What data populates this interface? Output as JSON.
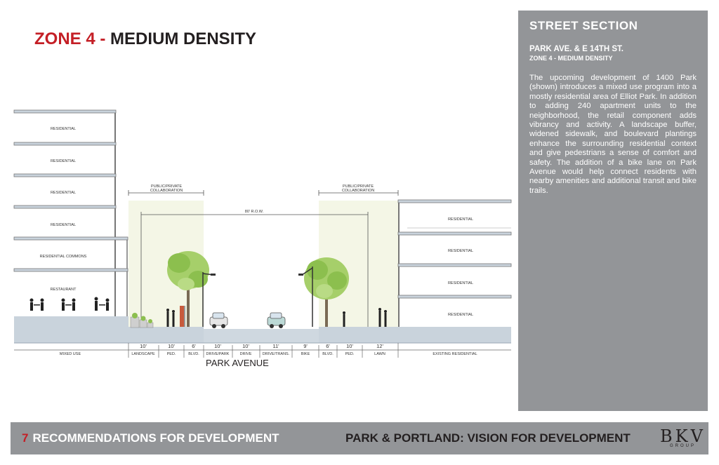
{
  "header": {
    "zone": "ZONE 4 - ",
    "density": "MEDIUM DENSITY"
  },
  "sidebar": {
    "title": "STREET SECTION",
    "subtitle": "PARK AVE. & E 14TH ST.",
    "zone": "ZONE  4 - MEDIUM DENSITY",
    "body": "The upcoming development of 1400 Park (shown) introduces a mixed use program into a mostly residential area of Elliot Park. In addition to adding 240 apartment units to the neighborhood, the retail component adds vibrancy and activity. A landscape buffer, widened sidewalk, and boulevard plantings enhance the surrounding residential context and give pedestrians a sense of comfort and safety. The addition of a bike lane on Park Avenue would help connect residents with nearby amenities and additional transit and bike trails."
  },
  "diagram": {
    "left_floors": [
      "RESIDENTIAL",
      "RESIDENTIAL",
      "RESIDENTIAL",
      "RESIDENTIAL",
      "RESIDENTIAL COMMONS",
      "RESTAURANT"
    ],
    "right_floors": [
      "RESIDENTIAL",
      "RESIDENTIAL",
      "RESIDENTIAL",
      "RESIDENTIAL"
    ],
    "collab_left": {
      "line1": "PUBLIC/PRIVATE",
      "line2": "COLLABORATION"
    },
    "collab_right": {
      "line1": "PUBLIC/PRIVATE",
      "line2": "COLLABORATION"
    },
    "row_label": "80' R.O.W.",
    "street_name": "PARK AVENUE",
    "left_use": "MIXED USE",
    "right_use": "EXISTING RESIDENTIAL",
    "widths": [
      "10'",
      "10'",
      "6'",
      "10'",
      "10'",
      "11'",
      "9'",
      "6'",
      "10'",
      "12'"
    ],
    "segment_labels": [
      "LANDSCAPE",
      "PED.",
      "BLVD.",
      "DRIVE/PARK",
      "DRIVE",
      "DRIVE/TRANS.",
      "BIKE",
      "BLVD.",
      "PED.",
      "LAWN"
    ]
  },
  "footer": {
    "page_number": "7",
    "left_text": "RECOMMENDATIONS FOR DEVELOPMENT",
    "right_text": "PARK & PORTLAND: VISION FOR DEVELOPMENT",
    "logo_text": "BKV",
    "logo_sub": "GROUP"
  },
  "colors": {
    "accent_red": "#c41f26",
    "panel_gray": "#939598",
    "zone_green": "#f4f6e6",
    "ground_blue": "#c9d3dc"
  }
}
